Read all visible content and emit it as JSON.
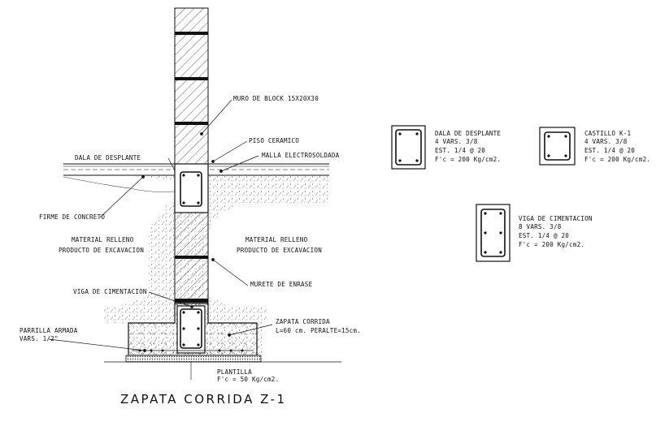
{
  "title": "ZAPATA CORRIDA Z-1",
  "section_labels": {
    "muro": "MURO DE BLOCK 15X20X30",
    "piso": "PISO CERAMICO",
    "dala_desplante": "DALA DE DESPLANTE",
    "malla": "MALLA ELECTROSOLDADA",
    "firme": "FIRME DE CONCRETO",
    "relleno_left_1": "MATERIAL RELLENO",
    "relleno_left_2": "PRODUCTO DE EXCAVACION",
    "relleno_right_1": "MATERIAL RELLENO",
    "relleno_right_2": "PRODUCTO DE EXCAVACION",
    "murete": "MURETE DE ENRASE",
    "viga": "VIGA DE CIMENTACION",
    "parrilla_1": "PARRILLA ARMADA",
    "parrilla_2": "VARS. 1/2\"",
    "zapata_1": "ZAPATA CORRIDA",
    "zapata_2": "L=60 cm. PERALTE=15cm.",
    "plantilla_1": "PLANTILLA",
    "plantilla_2": "F'c = 50 Kg/cm2."
  },
  "details": {
    "dala": {
      "name": "DALA DE DESPLANTE",
      "line1": "4 VARS. 3/8",
      "line2": "EST. 1/4 @ 20",
      "line3": "F'c = 200 Kg/cm2."
    },
    "castillo": {
      "name": "CASTILLO K-1",
      "line1": "4 VARS. 3/8",
      "line2": "EST. 1/4 @ 20",
      "line3": "F'c = 200 Kg/cm2."
    },
    "viga": {
      "name": "VIGA DE CIMENTACION",
      "line1": "8 VARS. 3/8",
      "line2": "EST. 1/4 @ 20",
      "line3": "F'c = 200 Kg/cm2."
    }
  }
}
